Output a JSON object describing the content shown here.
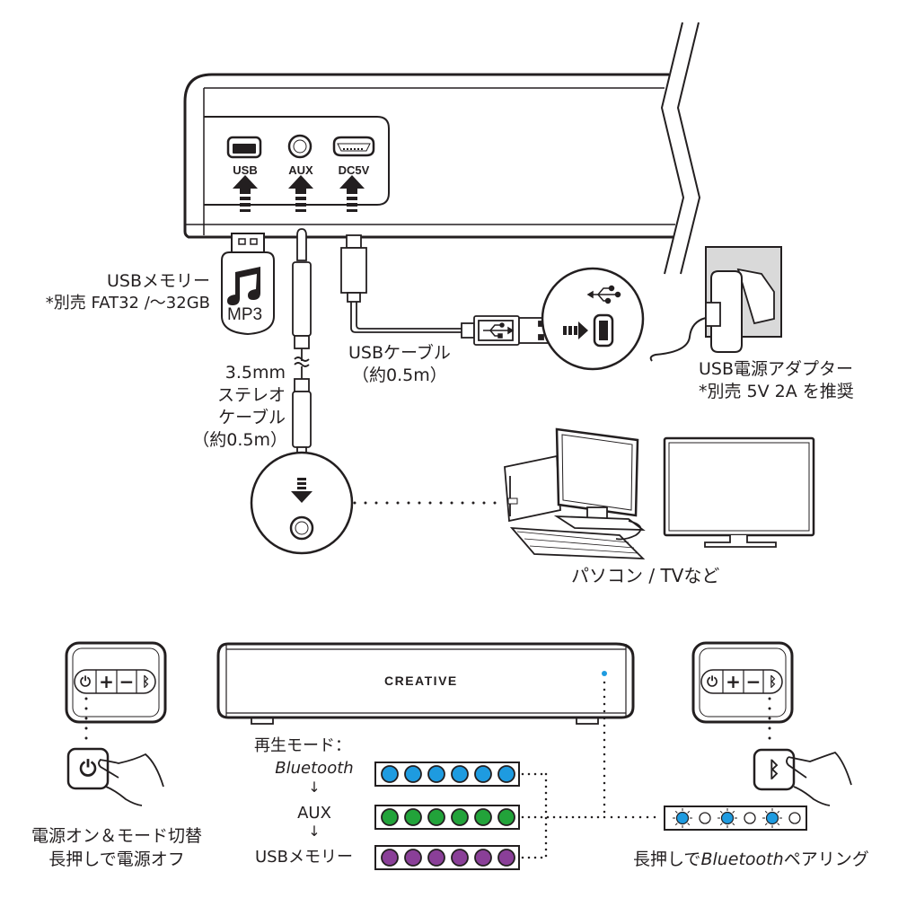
{
  "ports": {
    "usb": "USB",
    "aux": "AUX",
    "dc5v": "DC5V"
  },
  "usb_memory": {
    "title": "USBメモリー",
    "note": "*別売 FAT32 /〜32GB",
    "badge": "MP3"
  },
  "stereo_cable": {
    "line1": "3.5mm",
    "line2": "ステレオ",
    "line3": "ケーブル",
    "line4": "（約0.5m）"
  },
  "usb_cable": {
    "line1": "USBケーブル",
    "line2": "（約0.5m）"
  },
  "power_adapter": {
    "line1": "USB電源アダプター",
    "line2": "*別売 5V 2A を推奨"
  },
  "sources": {
    "label": "パソコン / TVなど"
  },
  "speaker": {
    "brand": "CREATIVE",
    "status_led_color": "#1e9be0"
  },
  "control_panel": {
    "buttons": [
      {
        "name": "power",
        "glyph": "⏻"
      },
      {
        "name": "volume-up",
        "glyph": "+"
      },
      {
        "name": "volume-down",
        "glyph": "−"
      },
      {
        "name": "bluetooth",
        "glyph": "ᛒ"
      }
    ]
  },
  "power_instruction": {
    "line1": "電源オン＆モード切替",
    "line2": "長押しで電源オフ"
  },
  "modes": {
    "heading": "再生モード：",
    "arrow": "↓",
    "items": [
      {
        "label": "Bluetooth",
        "italic": true,
        "color": "#1e9be0",
        "led_count": 6
      },
      {
        "label": "AUX",
        "italic": false,
        "color": "#22a33a",
        "led_count": 6
      },
      {
        "label": "USBメモリー",
        "italic": false,
        "color": "#8a3f98",
        "led_count": 6
      }
    ]
  },
  "pairing": {
    "pattern": [
      true,
      false,
      true,
      false,
      true,
      false
    ],
    "color": "#1e9be0",
    "label_prefix": "長押しで",
    "label_italic": "Bluetooth",
    "label_suffix": "ペアリング"
  }
}
